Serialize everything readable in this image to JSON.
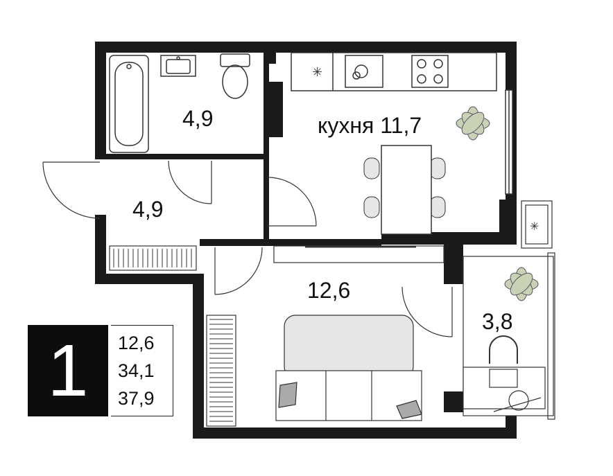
{
  "plan": {
    "rooms": [
      {
        "id": "bathroom",
        "label": "4,9"
      },
      {
        "id": "hall",
        "label": "4,9"
      },
      {
        "id": "kitchen",
        "label": "кухня 11,7"
      },
      {
        "id": "living-room",
        "label": "12,6"
      },
      {
        "id": "balcony",
        "label": "3,8"
      }
    ],
    "colors": {
      "wall": "#1a1a1a",
      "furniture": "#e6e6e6",
      "line": "#333333",
      "plant": "#c9d2b4"
    }
  },
  "legend": {
    "room_count": "1",
    "areas": [
      "12,6",
      "34,1",
      "37,9"
    ]
  }
}
